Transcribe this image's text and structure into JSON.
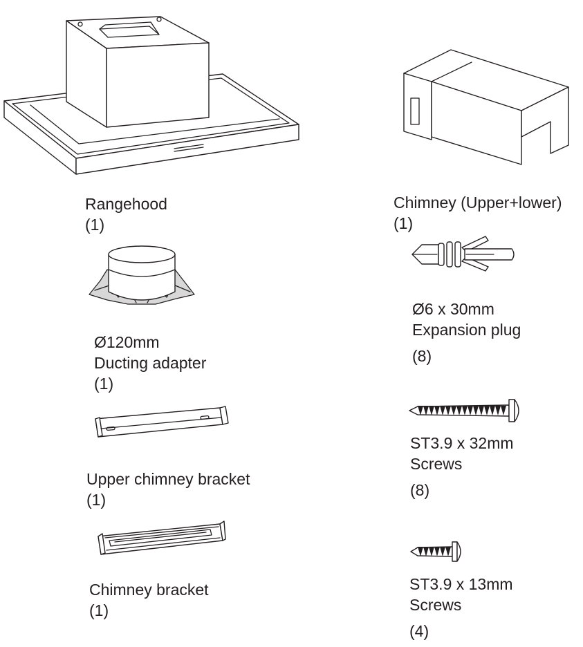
{
  "parts": [
    {
      "id": "rangehood",
      "icon": "rangehood-icon",
      "lines": [
        "Rangehood",
        "(1)"
      ]
    },
    {
      "id": "chimney",
      "icon": "chimney-icon",
      "lines": [
        "Chimney (Upper+lower)",
        "(1)"
      ]
    },
    {
      "id": "ducting-adapter",
      "icon": "ducting-adapter-icon",
      "lines": [
        "Ø120mm",
        "Ducting adapter",
        "(1)"
      ]
    },
    {
      "id": "expansion-plug",
      "icon": "expansion-plug-icon",
      "lines": [
        "Ø6 x 30mm",
        "Expansion plug",
        "(8)"
      ]
    },
    {
      "id": "upper-chimney-bracket",
      "icon": "upper-chimney-bracket-icon",
      "lines": [
        "Upper chimney bracket",
        "(1)"
      ]
    },
    {
      "id": "screws-32",
      "icon": "screw-32mm-icon",
      "lines": [
        "ST3.9 x 32mm",
        "Screws",
        "(8)"
      ]
    },
    {
      "id": "chimney-bracket",
      "icon": "chimney-bracket-icon",
      "lines": [
        "Chimney bracket",
        "(1)"
      ]
    },
    {
      "id": "screws-13",
      "icon": "screw-13mm-icon",
      "lines": [
        "ST3.9 x 13mm",
        "Screws",
        "(4)"
      ]
    }
  ]
}
